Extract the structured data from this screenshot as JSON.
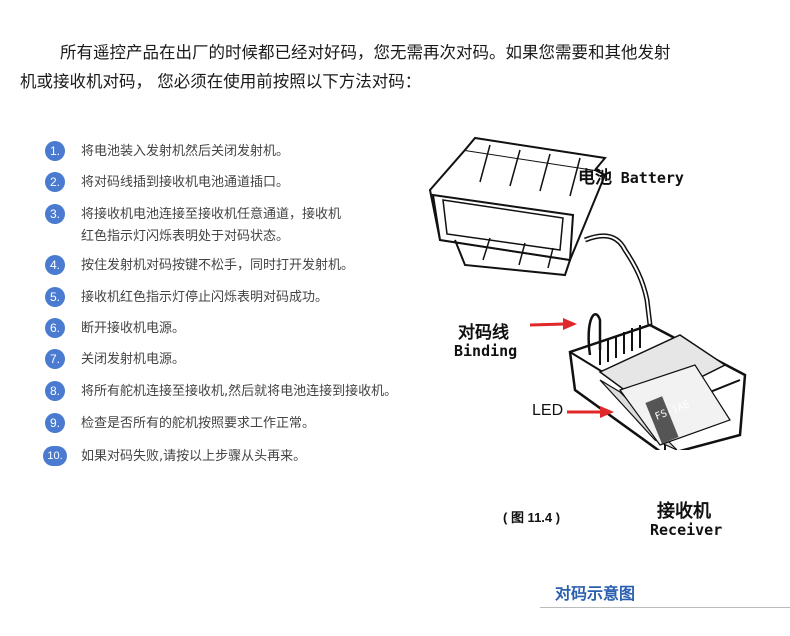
{
  "intro": {
    "line1": "所有遥控产品在出厂的时候都已经对好码，您无需再次对码。如果您需要和其他发射",
    "line2": "机或接收机对码，  您必须在使用前按照以下方法对码："
  },
  "steps": [
    {
      "n": "1.",
      "text": "将电池装入发射机然后关闭发射机。"
    },
    {
      "n": "2.",
      "text": "将对码线插到接收机电池通道插口。"
    },
    {
      "n": "3.",
      "text": "将接收机电池连接至接收机任意通道，接收机",
      "text2": "红色指示灯闪烁表明处于对码状态。"
    },
    {
      "n": "4.",
      "text": "按住发射机对码按键不松手，同时打开发射机。"
    },
    {
      "n": "5.",
      "text": "接收机红色指示灯停止闪烁表明对码成功。"
    },
    {
      "n": "6.",
      "text": "断开接收机电源。"
    },
    {
      "n": "7.",
      "text": "关闭发射机电源。"
    },
    {
      "n": "8.",
      "text": "将所有舵机连接至接收机,然后就将电池连接到接收机。"
    },
    {
      "n": "9.",
      "text": "检查是否所有的舵机按照要求工作正常。"
    },
    {
      "n": "10.",
      "text": "如果对码失败,请按以上步骤从头再来。"
    }
  ],
  "diagram": {
    "battery_cn": "电池",
    "battery_en": "Battery",
    "binding_cn": "对码线",
    "binding_en": "Binding",
    "led": "LED",
    "figure": "( 图 11.4 )",
    "receiver_cn": "接收机",
    "receiver_en": "Receiver",
    "rx_model": "FS-iA6",
    "arrow_color": "#e0282a"
  },
  "footer": {
    "title": "对码示意图"
  }
}
